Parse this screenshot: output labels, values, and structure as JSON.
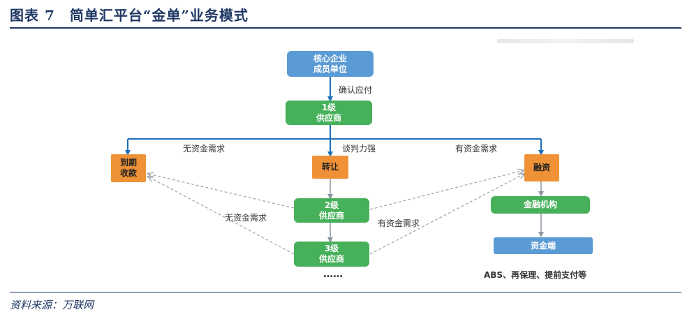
{
  "figure": {
    "title": "图表 7　简单汇平台“金单”业务模式",
    "source": "资料来源：万联网"
  },
  "nodes": {
    "core_member": "核心企业\n成员单位",
    "supplier_1": "1级\n供应商",
    "due_collect": "到期\n收款",
    "transfer": "转让",
    "financing": "融资",
    "supplier_2": "2级\n供应商",
    "supplier_3": "3级\n供应商",
    "finance_inst": "金融机构",
    "fund_side": "资金端"
  },
  "edge_labels": {
    "confirm_payable": "确认应付",
    "no_fund_need": "无资金需求",
    "strong_bargain": "谈判力强",
    "has_fund_need": "有资金需求",
    "no_fund_need_2": "无资金需求",
    "has_fund_need_2": "有资金需求"
  },
  "ellipsis": "……",
  "note": "ABS、再保理、提前支付等",
  "colors": {
    "title": "#1f3864",
    "blue": "#5b9bd5",
    "green": "#47b05a",
    "orange": "#ef9237",
    "arrow": "#1f6fb5",
    "dashed": "#9aa3ad"
  }
}
